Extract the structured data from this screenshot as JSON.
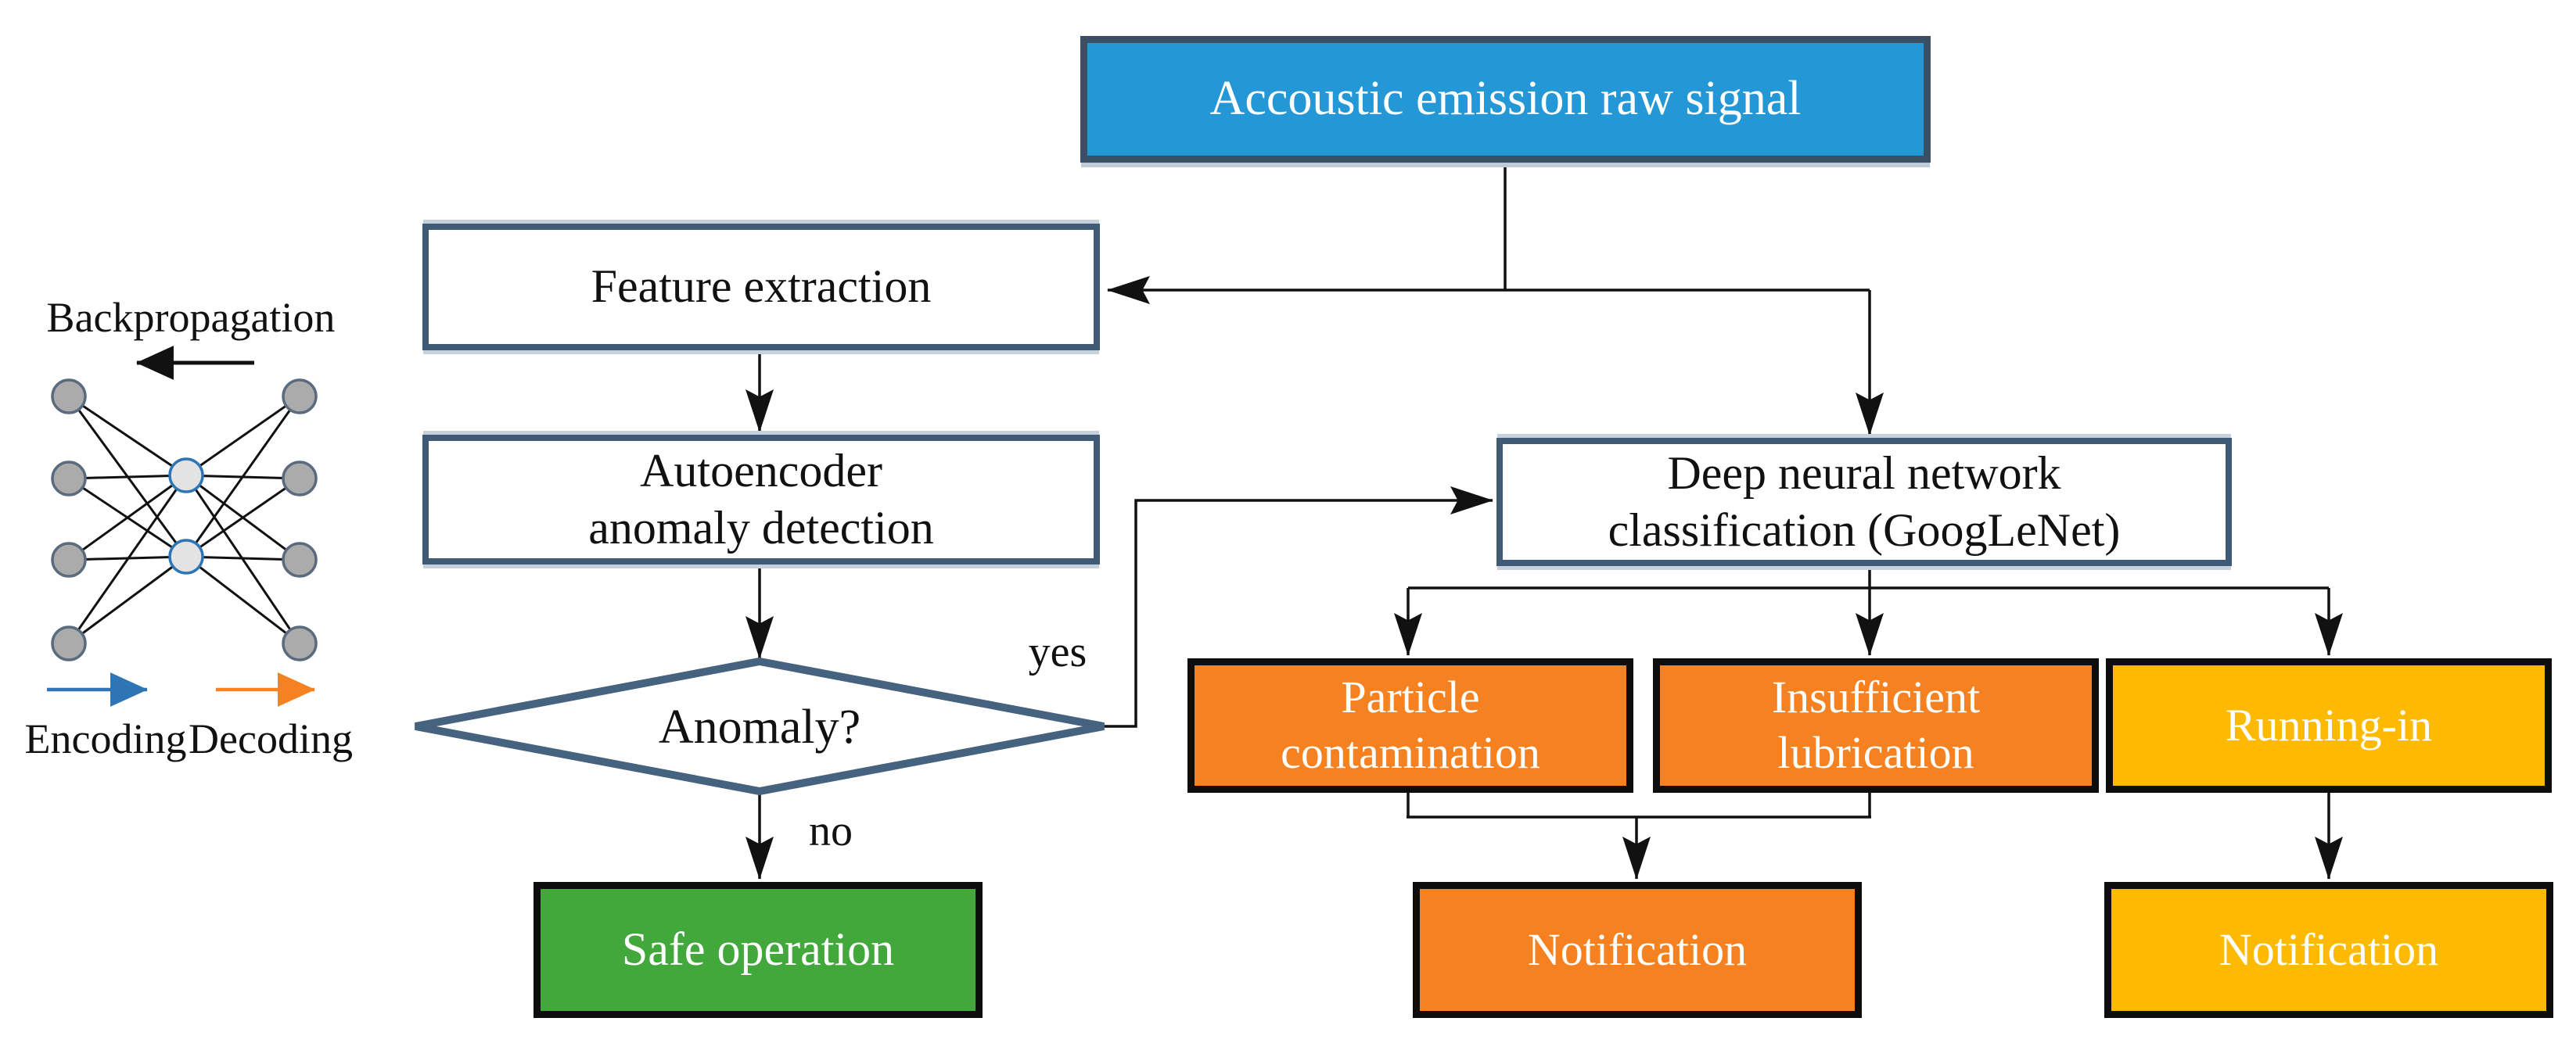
{
  "diagram": {
    "boxes": {
      "raw_signal": {
        "line1": "Accoustic emission raw signal"
      },
      "feature_extraction": {
        "line1": "Feature extraction"
      },
      "autoencoder": {
        "line1": "Autoencoder",
        "line2": "anomaly detection"
      },
      "dnn": {
        "line1": "Deep neural network",
        "line2": "classification (GoogLeNet)"
      },
      "anomaly_decision": {
        "line1": "Anomaly?"
      },
      "safe_operation": {
        "line1": "Safe operation"
      },
      "particle": {
        "line1": "Particle",
        "line2": "contamination"
      },
      "insufficient": {
        "line1": "Insufficient",
        "line2": "lubrication"
      },
      "running_in": {
        "line1": "Running-in"
      },
      "notification_fault": {
        "line1": "Notification"
      },
      "notification_running": {
        "line1": "Notification"
      }
    },
    "edge_labels": {
      "yes": "yes",
      "no": "no"
    },
    "autoencoder_legend": {
      "backpropagation": "Backpropagation",
      "encoding": "Encoding",
      "decoding": "Decoding"
    },
    "colors": {
      "signal_blue": "#2498D6",
      "signal_border": "#3A4E64",
      "process_border": "#3E5A75",
      "diamond_border": "#45637F",
      "fault_orange": "#F58120",
      "running_yellow": "#FDBA00",
      "safe_green": "#42A83C",
      "encoding_blue": "#2E75B6",
      "decoding_orange": "#F58120",
      "connector_black": "#111111",
      "neuron_gray": "#ABABAB",
      "neuron_hidden": "#E3E3E3"
    }
  }
}
